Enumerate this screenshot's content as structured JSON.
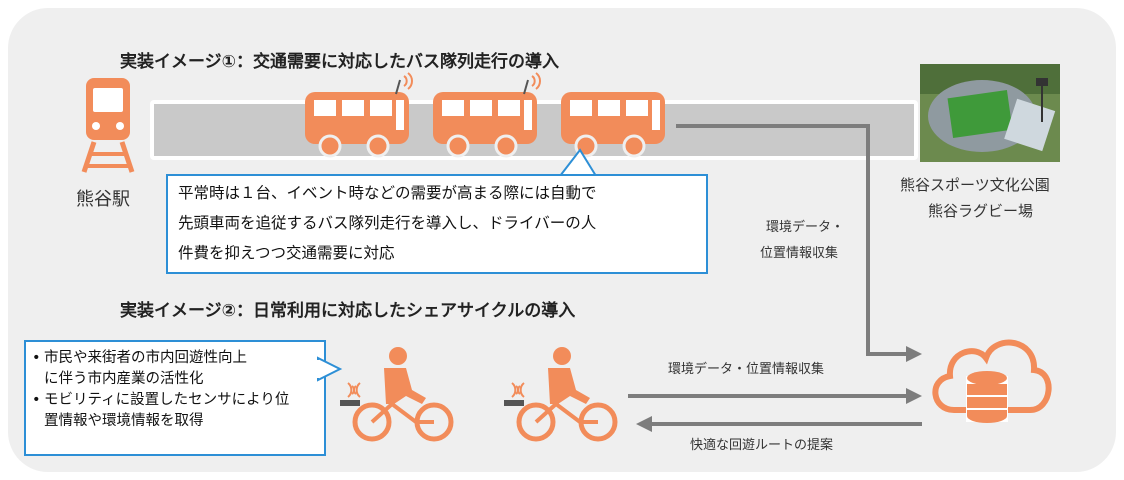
{
  "section1": {
    "title": "実装イメージ①：交通需要に対応したバス隊列走行の導入",
    "callout": [
      "平常時は１台、イベント時などの需要が高まる際には自動で",
      "先頭車両を追従するバス隊列走行を導入し、ドライバーの人",
      "件費を抑えつつ交通需要に対応"
    ]
  },
  "station": {
    "label": "熊谷駅"
  },
  "park": {
    "line1": "熊谷スポーツ文化公園",
    "line2": "熊谷ラグビー場"
  },
  "collect_label": {
    "line1": "環境データ・",
    "line2": "位置情報収集"
  },
  "section2": {
    "title": "実装イメージ②：日常利用に対応したシェアサイクルの導入",
    "bullets": [
      "市民や来街者の市内回遊性向上",
      "に伴う市内産業の活性化",
      "モビリティに設置したセンサにより位",
      "置情報や環境情報を取得"
    ]
  },
  "arrows": {
    "to_cloud": "環境データ・位置情報収集",
    "from_cloud": "快適な回遊ルートの提案"
  },
  "colors": {
    "accent": "#f28c5a",
    "blue": "#2d8fd6",
    "arrow": "#7d7d7d"
  },
  "icons": [
    "train-icon",
    "bus-icon",
    "wifi-signal-icon",
    "cyclist-icon",
    "cloud-database-icon",
    "stadium-photo"
  ]
}
